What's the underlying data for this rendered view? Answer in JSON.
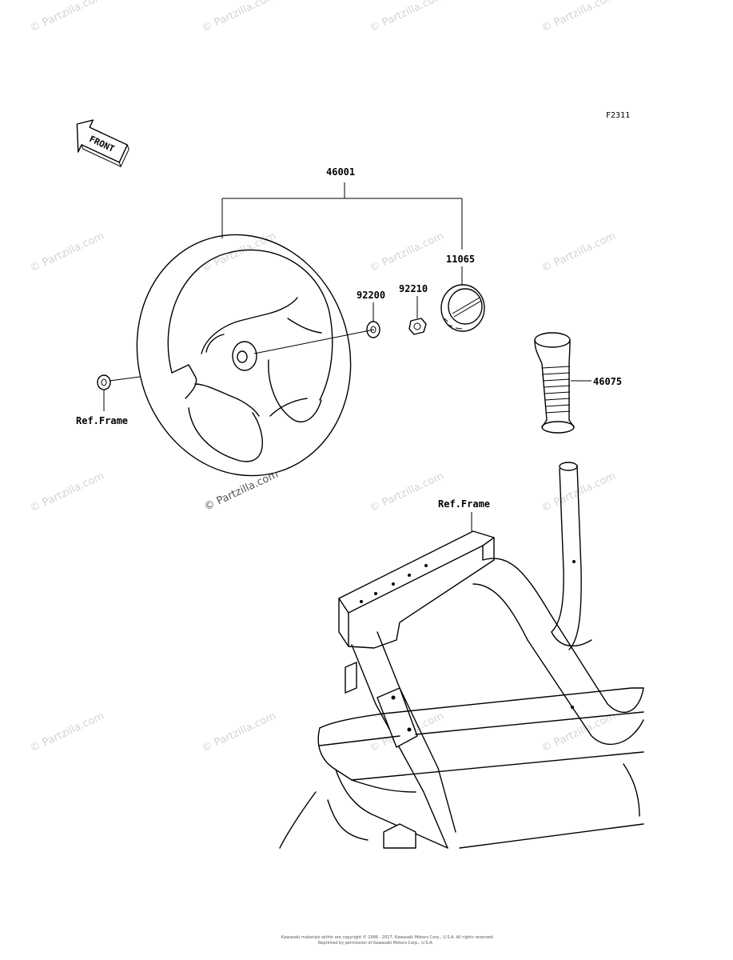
{
  "figure_code": "F2311",
  "front_label": "FRONT",
  "parts": {
    "steering_wheel": "46001",
    "washer": "92200",
    "nut": "92210",
    "emblem": "11065",
    "grip": "46075"
  },
  "references": {
    "left": "Ref.Frame",
    "frame": "Ref.Frame"
  },
  "watermark": {
    "text": "© Partzilla.com",
    "large_text": "© Partzilla.com"
  },
  "footer": {
    "line1": "Kawasaki materials within are copyright © 1996 - 2017, Kawasaki Motors Corp., U.S.A. All rights reserved.",
    "line2": "Reprinted by permission of Kawasaki Motors Corp., U.S.A."
  }
}
